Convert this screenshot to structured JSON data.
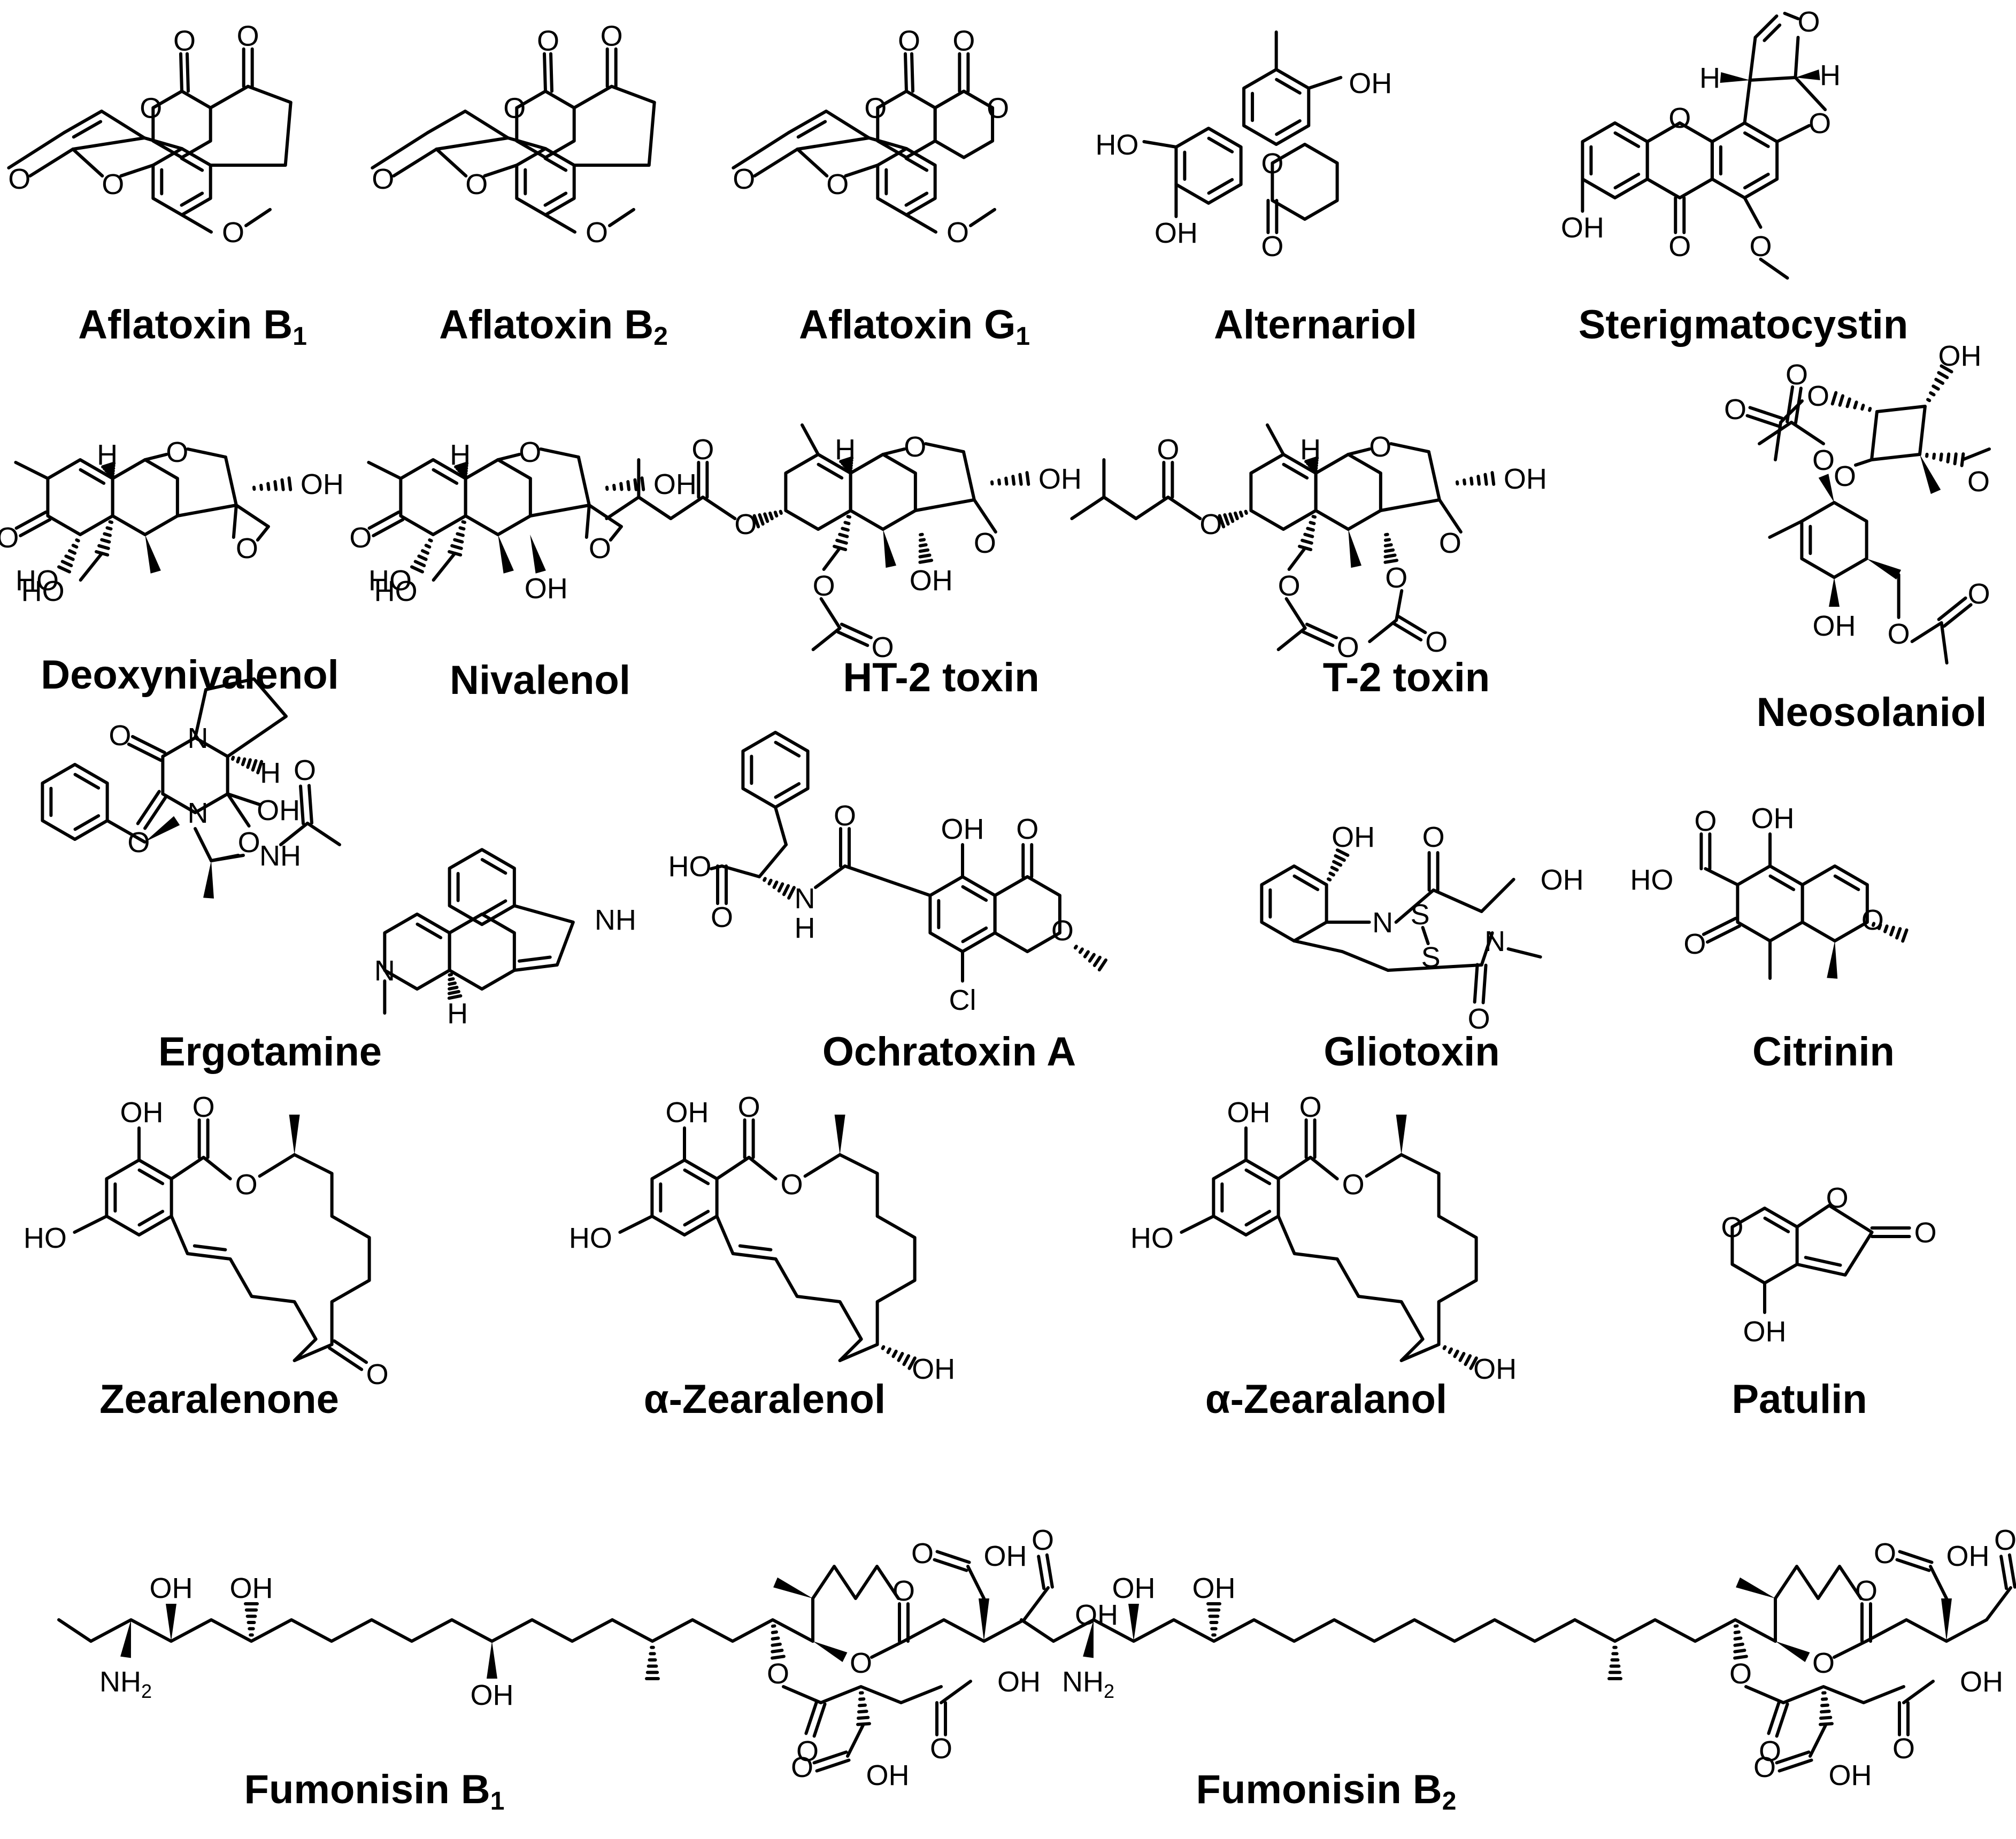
{
  "atoms": {
    "O": "O",
    "OH": "OH",
    "HO": "HO",
    "H": "H",
    "N": "N",
    "NH": "NH",
    "S": "S",
    "Cl": "Cl",
    "NH2_base": "NH",
    "NH2_sub": "2"
  },
  "compounds": [
    {
      "id": "aflatoxin-b1",
      "name": "Aflatoxin B",
      "sub": "1"
    },
    {
      "id": "aflatoxin-b2",
      "name": "Aflatoxin B",
      "sub": "2"
    },
    {
      "id": "aflatoxin-g1",
      "name": "Aflatoxin G",
      "sub": "1"
    },
    {
      "id": "alternariol",
      "name": "Alternariol",
      "sub": ""
    },
    {
      "id": "sterigmatocystin",
      "name": "Sterigmatocystin",
      "sub": ""
    },
    {
      "id": "deoxynivalenol",
      "name": "Deoxynivalenol",
      "sub": ""
    },
    {
      "id": "nivalenol",
      "name": "Nivalenol",
      "sub": ""
    },
    {
      "id": "ht-2-toxin",
      "name": "HT-2 toxin",
      "sub": ""
    },
    {
      "id": "t-2-toxin",
      "name": "T-2 toxin",
      "sub": ""
    },
    {
      "id": "neosolaniol",
      "name": "Neosolaniol",
      "sub": ""
    },
    {
      "id": "ergotamine",
      "name": "Ergotamine",
      "sub": ""
    },
    {
      "id": "ochratoxin-a",
      "name": "Ochratoxin A",
      "sub": ""
    },
    {
      "id": "gliotoxin",
      "name": "Gliotoxin",
      "sub": ""
    },
    {
      "id": "citrinin",
      "name": "Citrinin",
      "sub": ""
    },
    {
      "id": "zearalenone",
      "name": "Zearalenone",
      "sub": ""
    },
    {
      "id": "alpha-zearalenol",
      "name": "α-Zearalenol",
      "sub": ""
    },
    {
      "id": "alpha-zearalanol",
      "name": "α-Zearalanol",
      "sub": ""
    },
    {
      "id": "patulin",
      "name": "Patulin",
      "sub": ""
    },
    {
      "id": "fumonisin-b1",
      "name": "Fumonisin B",
      "sub": "1"
    },
    {
      "id": "fumonisin-b2",
      "name": "Fumonisin B",
      "sub": "2"
    }
  ]
}
